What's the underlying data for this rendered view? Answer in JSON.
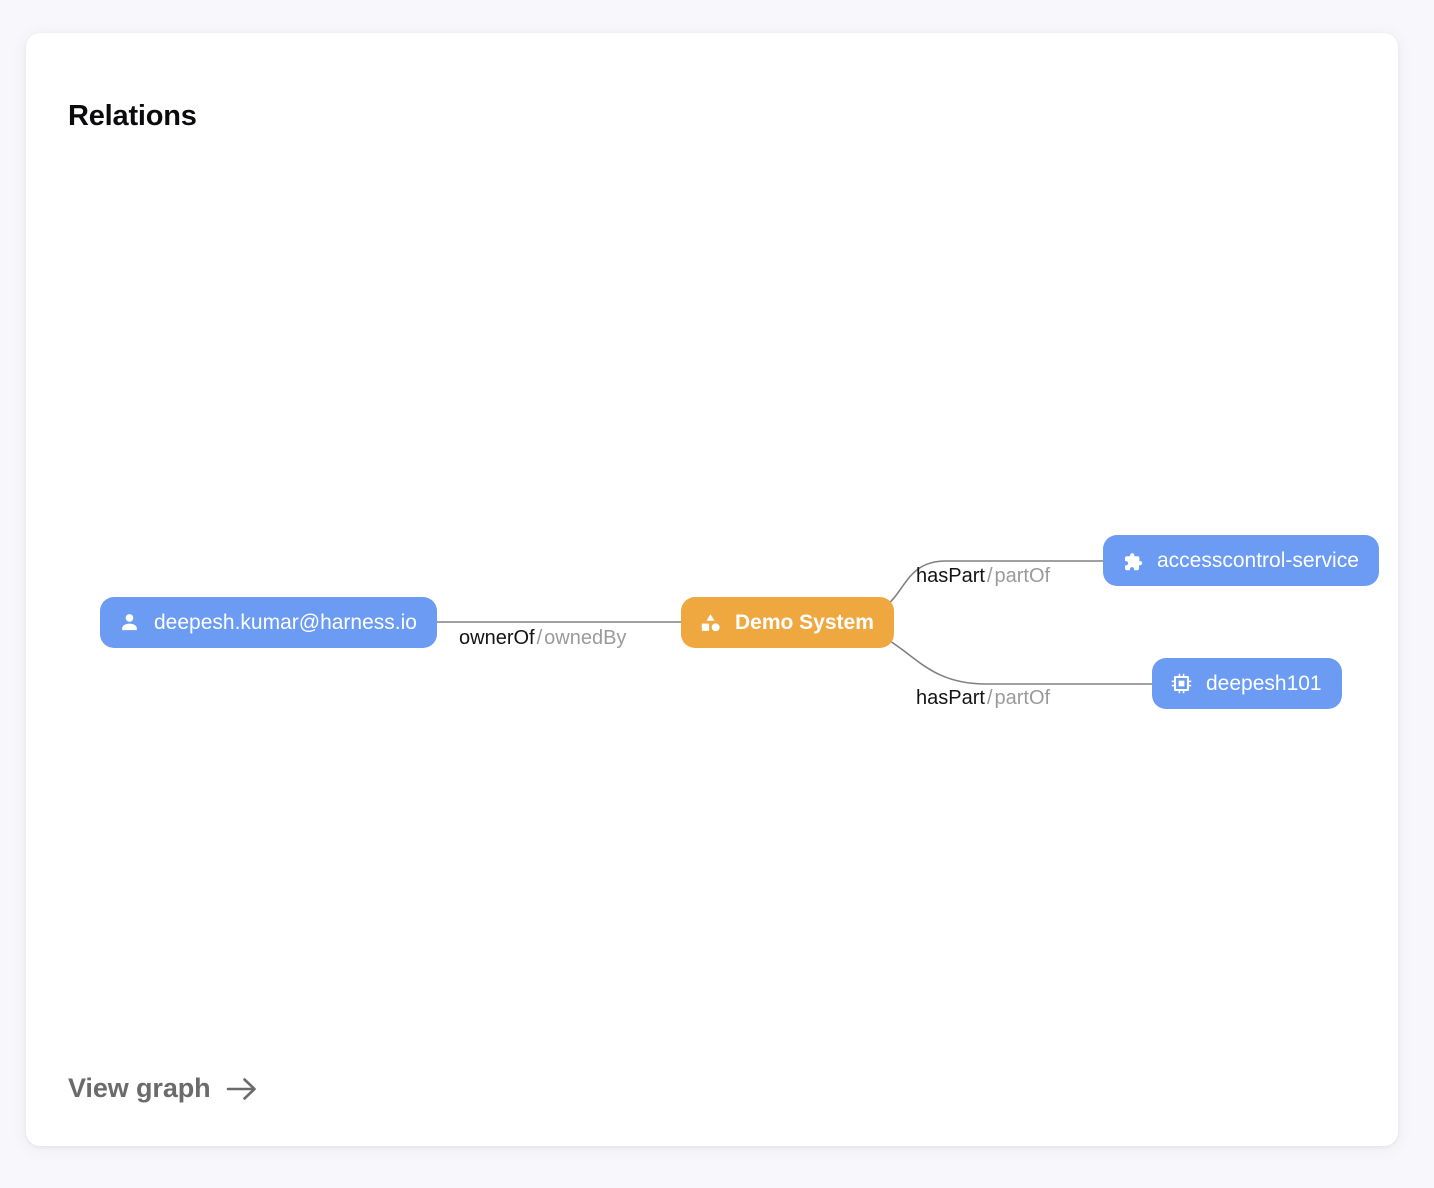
{
  "card": {
    "title": "Relations",
    "footer_link": {
      "label": "View graph",
      "icon": "arrow-right-icon"
    }
  },
  "colors": {
    "page_background": "#f8f8fc",
    "card_background": "#ffffff",
    "node_blue": "#6b9bf2",
    "node_orange": "#efa83f",
    "edge_line": "#808080",
    "label_primary": "#141414",
    "label_secondary": "#9a9a9a",
    "footer_link": "#6b6b6b"
  },
  "graph": {
    "nodes": [
      {
        "id": "user",
        "label": "deepesh.kumar@harness.io",
        "kind": "user",
        "icon": "person-icon",
        "color": "#6b9bf2",
        "emphasis": "normal"
      },
      {
        "id": "system",
        "label": "Demo System",
        "kind": "system",
        "icon": "shapes-icon",
        "color": "#efa83f",
        "emphasis": "bold"
      },
      {
        "id": "accesscontrol-service",
        "label": "accesscontrol-service",
        "kind": "component",
        "icon": "puzzle-piece-icon",
        "color": "#6b9bf2",
        "emphasis": "normal"
      },
      {
        "id": "deepesh101",
        "label": "deepesh101",
        "kind": "component",
        "icon": "memory-chip-icon",
        "color": "#6b9bf2",
        "emphasis": "normal"
      }
    ],
    "edges": [
      {
        "source": "user",
        "target": "system",
        "forward": "ownerOf",
        "separator": "/",
        "reverse": "ownedBy"
      },
      {
        "source": "system",
        "target": "accesscontrol-service",
        "forward": "hasPart",
        "separator": "/",
        "reverse": "partOf"
      },
      {
        "source": "system",
        "target": "deepesh101",
        "forward": "hasPart",
        "separator": "/",
        "reverse": "partOf"
      }
    ]
  }
}
